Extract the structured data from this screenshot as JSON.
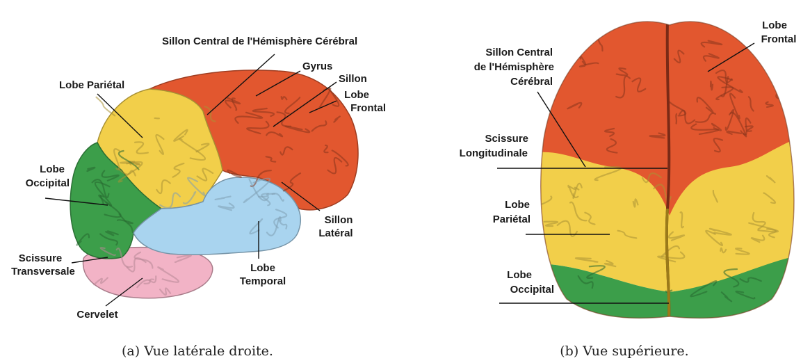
{
  "colors": {
    "frontal": "#e2572f",
    "parietal": "#f2cf4a",
    "occipital": "#3c9e4a",
    "temporal": "#a9d4ef",
    "cerebellum": "#f2b3c6"
  },
  "left": {
    "caption": "(a)  Vue latérale droite.",
    "labels": {
      "sillon_central": "Sillon Central de l'Hémisphère Cérébral",
      "gyrus": "Gyrus",
      "sillon": "Sillon",
      "lobe_frontal_1": "Lobe",
      "lobe_frontal_2": "Frontal",
      "lobe_parietal": "Lobe Pariétal",
      "lobe_occipital_1": "Lobe",
      "lobe_occipital_2": "Occipital",
      "sillon_lateral_1": "Sillon",
      "sillon_lateral_2": "Latéral",
      "lobe_temporal_1": "Lobe",
      "lobe_temporal_2": "Temporal",
      "scissure_transversale_1": "Scissure",
      "scissure_transversale_2": "Transversale",
      "cervelet": "Cervelet"
    }
  },
  "right": {
    "caption": "(b)  Vue supérieure.",
    "labels": {
      "lobe_frontal_1": "Lobe",
      "lobe_frontal_2": "Frontal",
      "sillon_central_1": "Sillon Central",
      "sillon_central_2": "de l'Hémisphère",
      "sillon_central_3": "Cérébral",
      "scissure_longitudinale_1": "Scissure",
      "scissure_longitudinale_2": "Longitudinale",
      "lobe_parietal_1": "Lobe",
      "lobe_parietal_2": "Pariétal",
      "lobe_occipital_1": "Lobe",
      "lobe_occipital_2": "Occipital"
    }
  }
}
